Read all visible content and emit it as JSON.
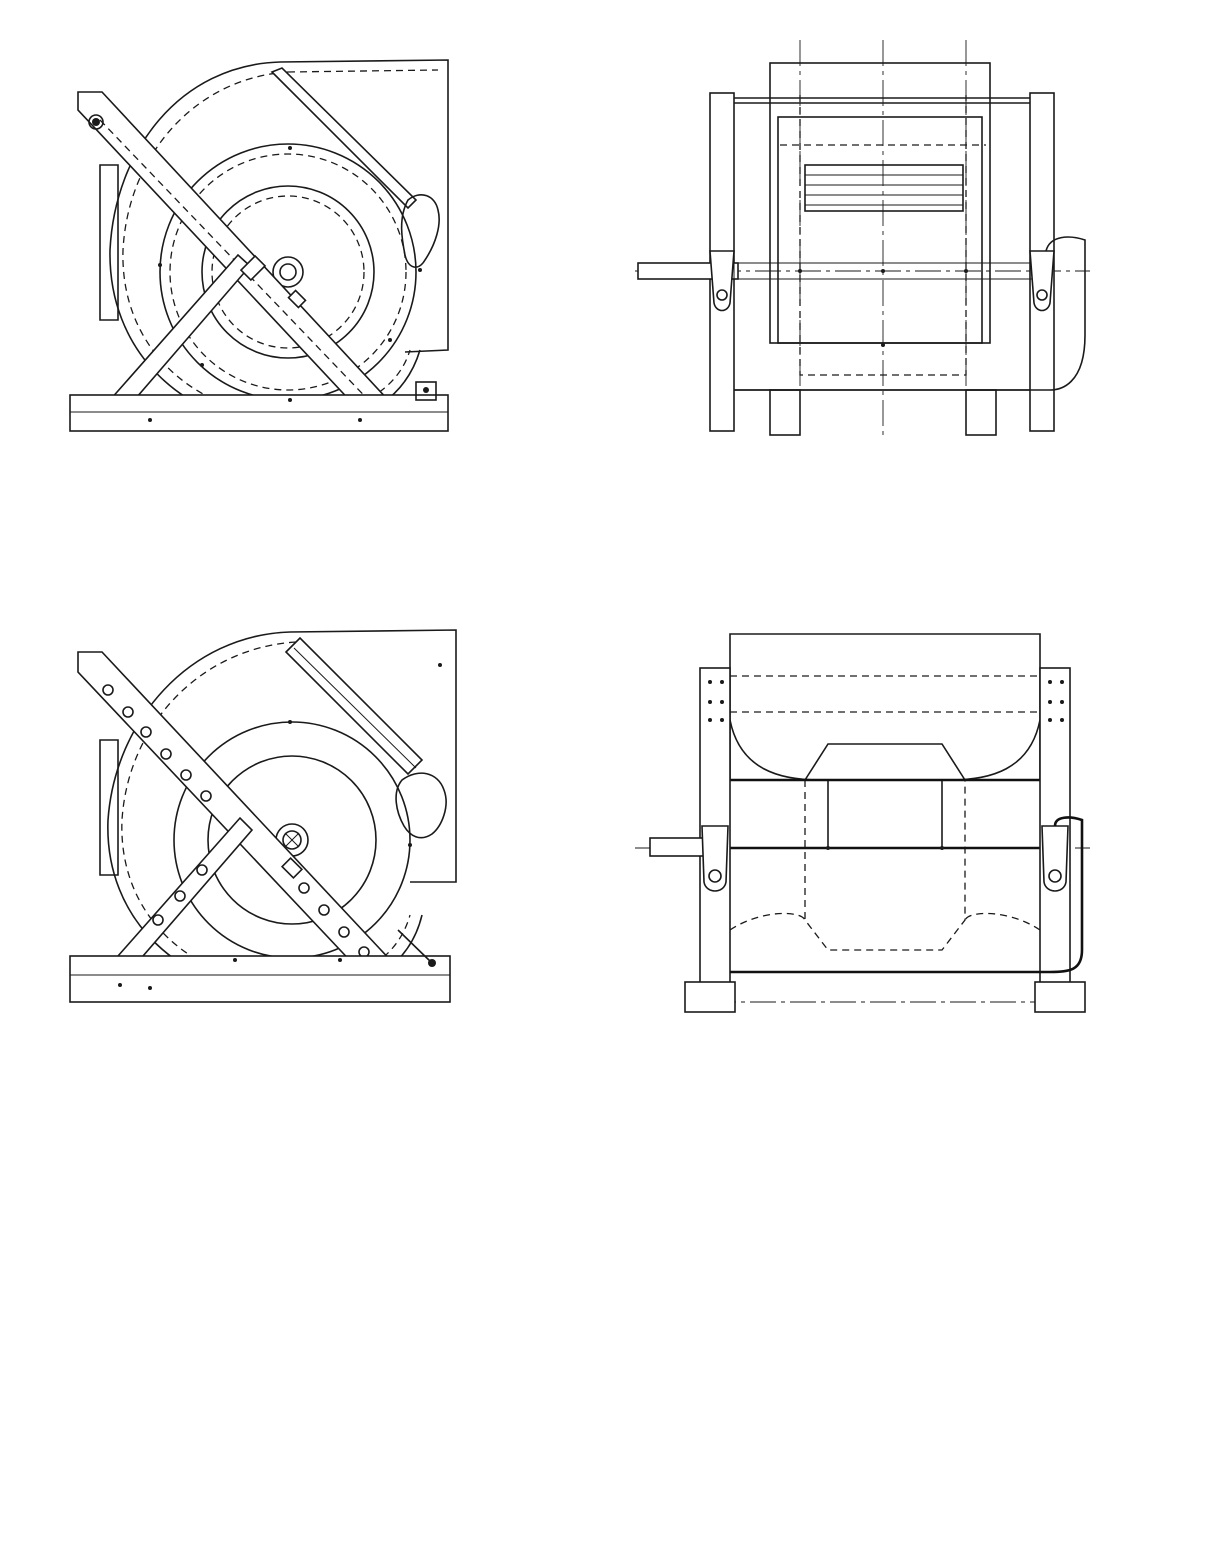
{
  "sheet": {
    "views": [
      {
        "id": "top-left",
        "description_visible": false
      },
      {
        "id": "top-right",
        "description_visible": false
      },
      {
        "id": "bottom-left",
        "description_visible": false
      },
      {
        "id": "bottom-right",
        "description_visible": false
      }
    ]
  },
  "colors": {
    "ink": "#1a1a1a",
    "paper": "#ffffff"
  }
}
